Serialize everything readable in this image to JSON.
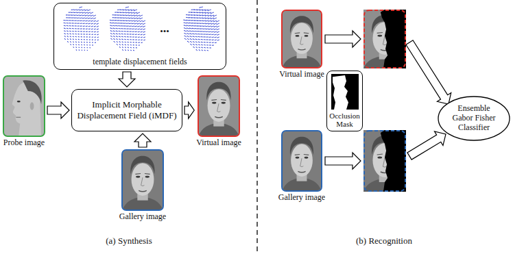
{
  "diagram": {
    "nodes": [
      {
        "text": [
          "template displacement fields"
        ]
      },
      {
        "text": [
          "Probe image"
        ]
      },
      {
        "text": [
          "Implicit Morphable Displacement Field (iMDF)"
        ]
      },
      {
        "text": [
          "Virtual image"
        ]
      },
      {
        "text": [
          "Gallery image"
        ]
      },
      {
        "text": [
          "Virtual image"
        ]
      },
      {
        "text": [
          "Occlusion Mask"
        ]
      },
      {
        "text": [
          "Gallery image"
        ]
      },
      {
        "text": [
          "Ensemble Gabor Fisher Classifier"
        ]
      }
    ],
    "edges": [
      {
        "from": 0,
        "to": 2,
        "arrow": "to"
      },
      {
        "from": 1,
        "to": 2,
        "arrow": "to"
      },
      {
        "from": 4,
        "to": 2,
        "arrow": "to"
      },
      {
        "from": 2,
        "to": 3,
        "arrow": "to"
      }
    ],
    "labels": [
      "•••",
      "(a) Synthesis",
      "(b) Recognition"
    ]
  }
}
